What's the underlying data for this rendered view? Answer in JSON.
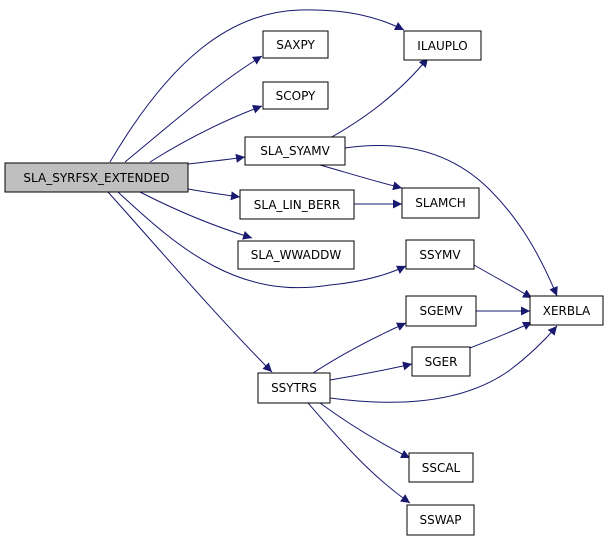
{
  "colors": {
    "edge": "#191970",
    "node_border": "#000000",
    "node_fill": "#ffffff",
    "root_fill": "#bfbfbf"
  },
  "nodes": {
    "root": "SLA_SYRFSX_EXTENDED",
    "saxpy": "SAXPY",
    "scopy": "SCOPY",
    "sla_syamv": "SLA_SYAMV",
    "sla_lin_berr": "SLA_LIN_BERR",
    "sla_wwaddw": "SLA_WWADDW",
    "ssytrs": "SSYTRS",
    "ilauplo": "ILAUPLO",
    "slamch": "SLAMCH",
    "ssymv": "SSYMV",
    "sgemv": "SGEMV",
    "sger": "SGER",
    "sscal": "SSCAL",
    "sswap": "SSWAP",
    "xerbla": "XERBLA"
  },
  "edges": [
    [
      "root",
      "ilauplo"
    ],
    [
      "root",
      "saxpy"
    ],
    [
      "root",
      "scopy"
    ],
    [
      "root",
      "sla_syamv"
    ],
    [
      "root",
      "sla_lin_berr"
    ],
    [
      "root",
      "sla_wwaddw"
    ],
    [
      "root",
      "ssymv"
    ],
    [
      "root",
      "ssytrs"
    ],
    [
      "sla_syamv",
      "ilauplo"
    ],
    [
      "sla_syamv",
      "slamch"
    ],
    [
      "sla_syamv",
      "xerbla"
    ],
    [
      "sla_lin_berr",
      "slamch"
    ],
    [
      "ssymv",
      "xerbla"
    ],
    [
      "sgemv",
      "xerbla"
    ],
    [
      "sger",
      "xerbla"
    ],
    [
      "ssytrs",
      "sgemv"
    ],
    [
      "ssytrs",
      "sger"
    ],
    [
      "ssytrs",
      "xerbla"
    ],
    [
      "ssytrs",
      "sscal"
    ],
    [
      "ssytrs",
      "sswap"
    ]
  ]
}
